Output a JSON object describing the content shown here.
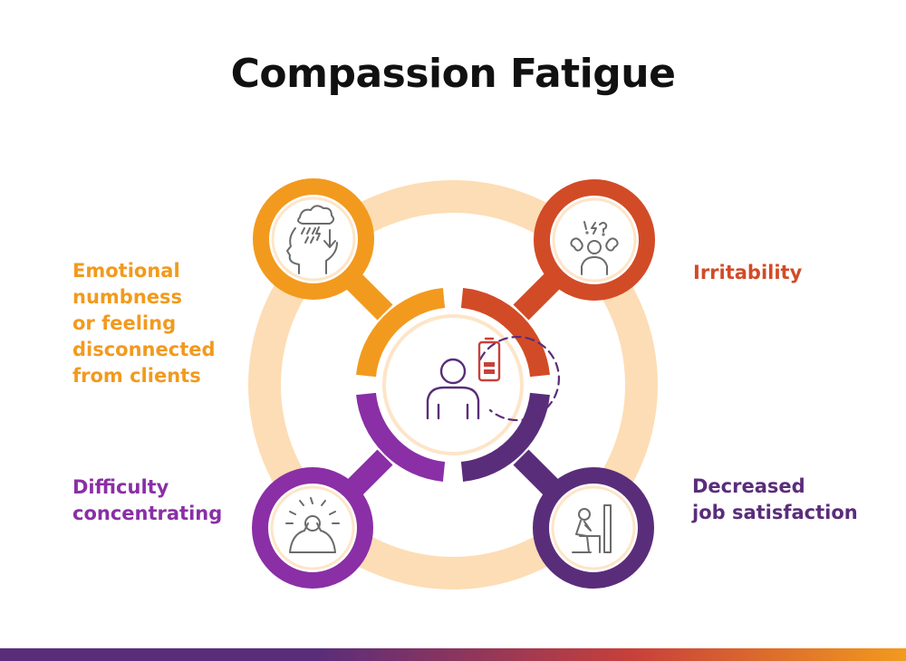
{
  "title": "Compassion Fatigue",
  "items": [
    {
      "lines": [
        "Emotional",
        "numbness",
        "or feeling",
        "disconnected",
        "from clients"
      ],
      "icon": "head-rain-cloud-icon",
      "color": "#F29A1E"
    },
    {
      "lines": [
        "Irritability"
      ],
      "icon": "frustrated-person-icon",
      "color": "#D24B27"
    },
    {
      "lines": [
        "Difficulty",
        "concentrating"
      ],
      "icon": "stressed-person-icon",
      "color": "#8A2FA6"
    },
    {
      "lines": [
        "Decreased",
        "job satisfaction"
      ],
      "icon": "sitting-person-icon",
      "color": "#5A2D7A"
    }
  ],
  "center_icon": "person-low-battery-icon",
  "colors": {
    "ring": "#FDDDB5",
    "icon_stroke": "#6b6b6b",
    "center_person": "#5A2D7A",
    "center_battery": "#C8403A",
    "bar_start": "#5A2D7A",
    "bar_end": "#F29A1E"
  }
}
